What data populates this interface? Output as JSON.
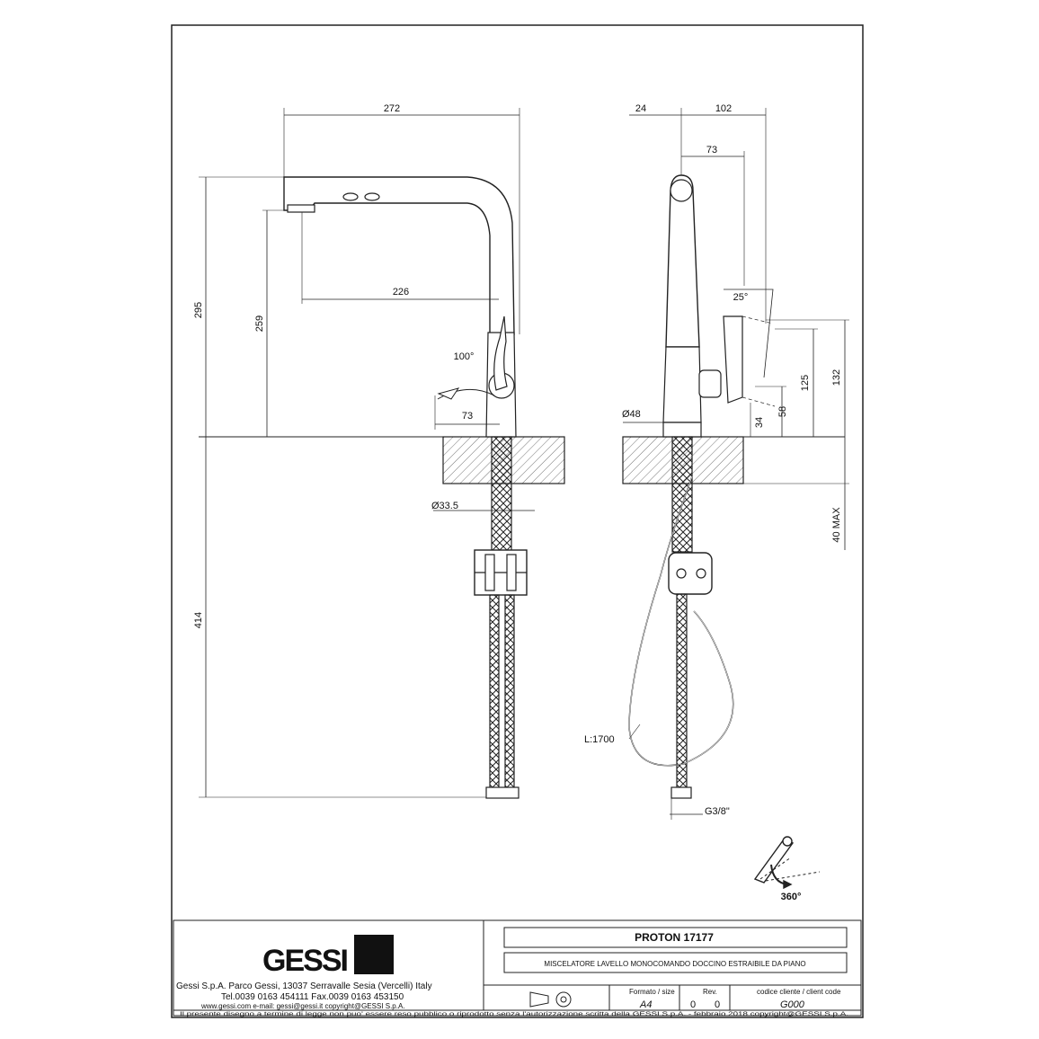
{
  "dimensions": {
    "front": {
      "overall_reach": "272",
      "spout_reach": "226",
      "total_height": "295",
      "spout_height": "259",
      "handle_angle": "100°",
      "handle_offset": "73",
      "body_diameter": "Ø33.5",
      "under_deck_length": "414"
    },
    "side": {
      "offset": "24",
      "depth": "102",
      "spout_offset": "73",
      "handle_angle": "25°",
      "base_diameter": "Ø48",
      "h34": "34",
      "h58": "58",
      "h125": "125",
      "h132": "132",
      "deck_max": "40 MAX",
      "hose_length": "L:1700",
      "connection": "G3/8\""
    }
  },
  "rotation_label": "360°",
  "title_block": {
    "logo": "GESSI",
    "company": "Gessi S.p.A. Parco Gessi, 13037 Serravalle Sesia (Vercelli) Italy",
    "phone": "Tel.0039 0163 454111 Fax.0039 0163 453150",
    "web": "www.gessi.com e-mail: gessi@gessi.it copyright@GESSI S.p.A.",
    "product": "PROTON 17177",
    "description": "MISCELATORE LAVELLO MONOCOMANDO DOCCINO ESTRAIBILE DA PIANO",
    "format_label": "Formato / size",
    "format_value": "A4",
    "rev_label": "Rev.",
    "rev_values": [
      "0",
      "0"
    ],
    "client_code_label": "codice cliente / client code",
    "client_code_value": "G000",
    "legal": "Il presente disegno a termine di legge non puo' essere reso pubblico o riprodotto senza l'autorizzazione scritta della GESSI S.p.A. - febbraio 2018 copyright@GESSI S.p.A."
  }
}
